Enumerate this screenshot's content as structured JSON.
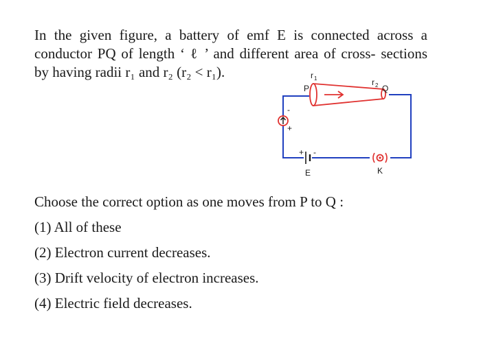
{
  "question": {
    "line1": "In the given figure, a battery of emf E is connected across a",
    "line2": "conductor PQ of length ‘ ℓ ’ and different area of cross- sections",
    "line3": "by having radii r₁ and r₂ (r₂ < r₁)."
  },
  "figure": {
    "label_p": "P",
    "label_q": "Q",
    "label_r1": "r",
    "label_r1_sub": "1",
    "label_r2": "r",
    "label_r2_sub": "2",
    "label_e": "E",
    "label_k": "K",
    "battery_plus": "+",
    "battery_minus": "-",
    "ammeter_plus": "+",
    "ammeter_minus": "-",
    "colors": {
      "wire": "#1f3fbf",
      "conductor": "#e0312f",
      "ink": "#1a1a1a"
    }
  },
  "prompt": "Choose the correct option as one moves from P to Q :",
  "options": [
    "(1) All of these",
    "(2) Electron current decreases.",
    "(3) Drift velocity of electron increases.",
    "(4) Electric field decreases."
  ]
}
